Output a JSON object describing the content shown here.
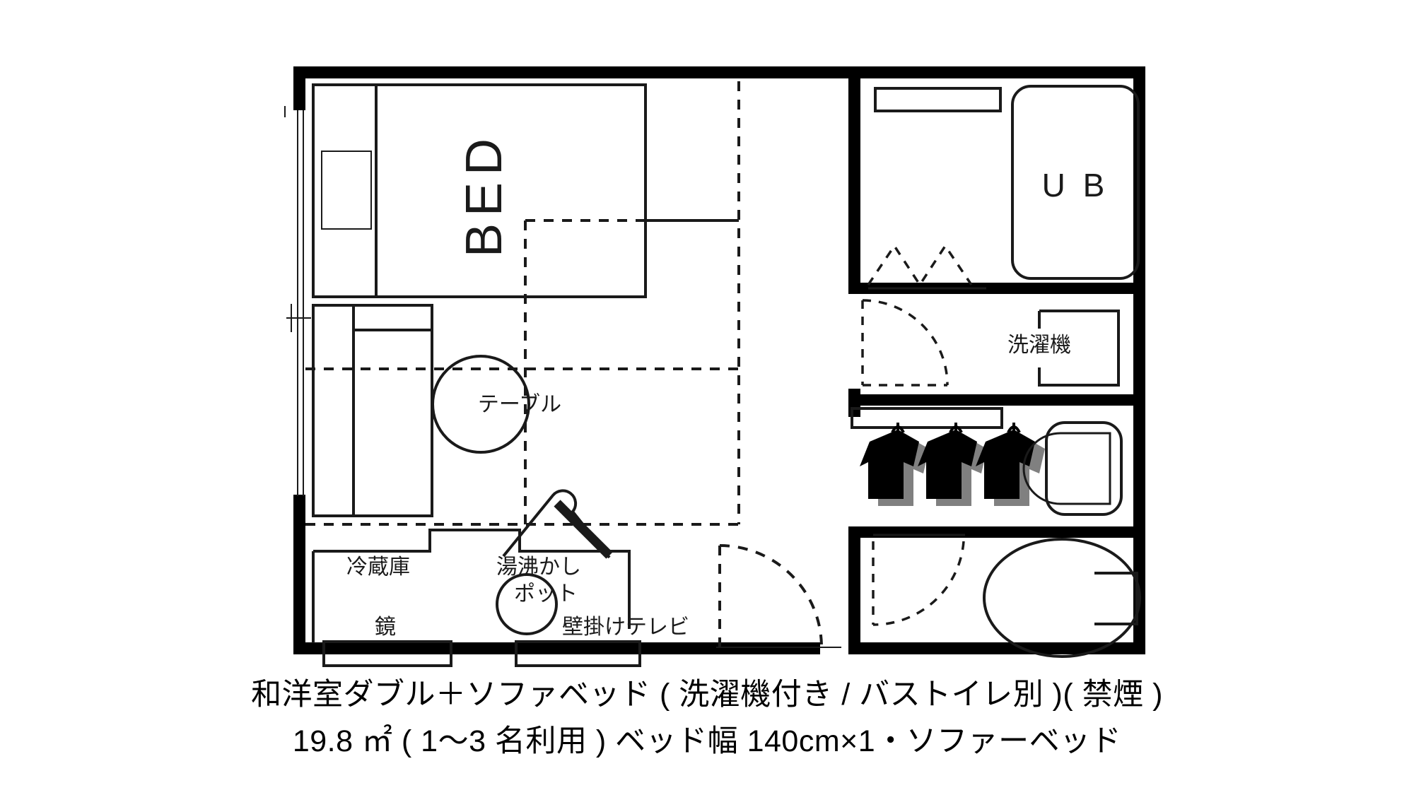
{
  "plan": {
    "room_label_bed": "BED",
    "room_label_ub": "U B",
    "labels": {
      "table": "テーブル",
      "washer": "洗濯機",
      "fridge": "冷蔵庫",
      "kettle_line1": "湯沸かし",
      "kettle_line2": "ポット",
      "mirror": "鏡",
      "wall_tv": "壁掛けテレビ"
    },
    "icons": {
      "bed": "bed-icon",
      "sofa_bed": "sofa-bed-icon",
      "night_stand": "night-stand-icon",
      "round_table": "round-table-icon",
      "unit_bath": "bathtub-icon",
      "washing_machine": "washing-machine-icon",
      "closet_rail": "closet-rail-icon",
      "hanging_clothes": "hanging-clothes-icon",
      "wash_basin": "wash-basin-icon",
      "toilet": "toilet-icon",
      "entry_door": "entry-door-icon",
      "bath_door": "bath-door-icon",
      "toilet_door": "toilet-door-icon",
      "bath_folding_door": "folding-door-icon",
      "kettle": "kettle-icon",
      "ironing_board": "ironing-board-icon",
      "mirror": "mirror-icon",
      "tv": "wall-tv-icon",
      "window_wall": "window-wall-icon"
    },
    "colors": {
      "wall": "#000000",
      "line": "#1a1a1a",
      "background": "#ffffff"
    }
  },
  "caption": {
    "line1": "和洋室ダブル＋ソファベッド ( 洗濯機付き / バストイレ別 )( 禁煙 )",
    "line2": "19.8 ㎡ ( 1〜3 名利用 ) ベッド幅 140cm×1・ソファーベッド"
  }
}
